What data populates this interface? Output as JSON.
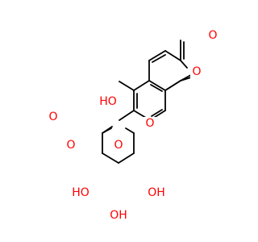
{
  "molecule": {
    "atoms": [
      {
        "id": "O1",
        "label": "O",
        "color": "#ff0000"
      },
      {
        "id": "O2",
        "label": "O",
        "color": "#ff0000"
      },
      {
        "id": "O3",
        "label": "HO",
        "color": "#ff0000"
      },
      {
        "id": "O4",
        "label": "O",
        "color": "#ff0000"
      },
      {
        "id": "O5",
        "label": "O",
        "color": "#ff0000"
      },
      {
        "id": "O6",
        "label": "O",
        "color": "#ff0000"
      },
      {
        "id": "O7",
        "label": "O",
        "color": "#ff0000"
      },
      {
        "id": "O8",
        "label": "HO",
        "color": "#ff0000"
      },
      {
        "id": "O9",
        "label": "OH",
        "color": "#ff0000"
      },
      {
        "id": "O10",
        "label": "OH",
        "color": "#ff0000"
      }
    ],
    "bond_color": "#000000",
    "heteroatom_color": "#ff0000"
  }
}
